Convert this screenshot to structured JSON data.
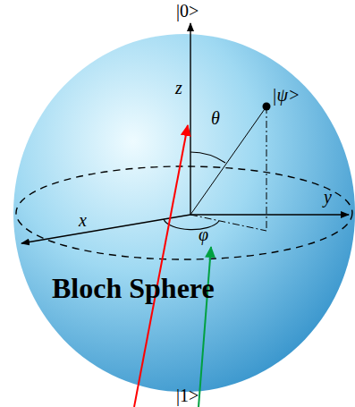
{
  "diagram": {
    "labels": [
      "|0>",
      "z",
      "θ",
      "|ψ>",
      "y",
      "x",
      "φ",
      "Bloch Sphere",
      "|1>"
    ]
  }
}
